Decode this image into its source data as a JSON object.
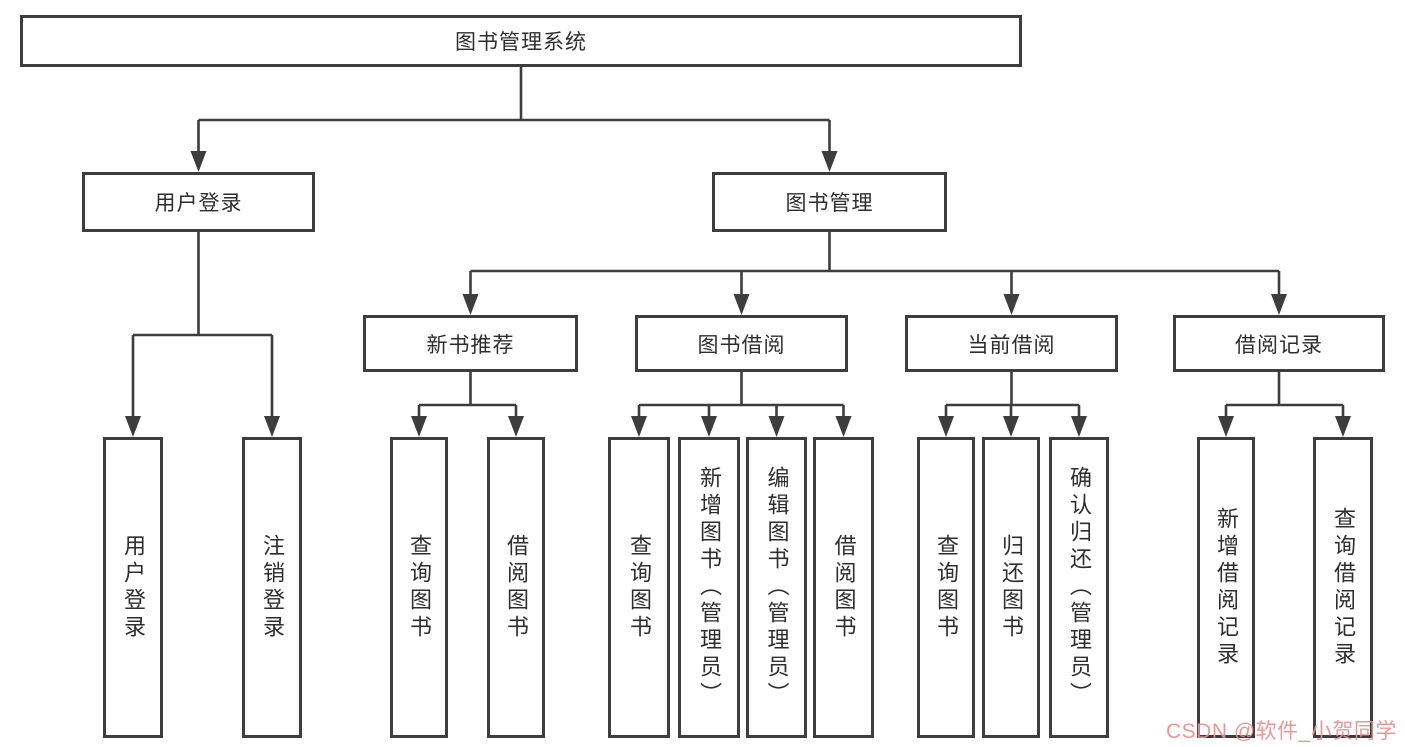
{
  "root": {
    "label": "图书管理系统"
  },
  "branches": {
    "user_login": {
      "label": "用户登录",
      "children": [
        {
          "label": "用户登录"
        },
        {
          "label": "注销登录"
        }
      ]
    },
    "book_mgmt": {
      "label": "图书管理",
      "sections": [
        {
          "label": "新书推荐",
          "children": [
            {
              "label": "查询图书"
            },
            {
              "label": "借阅图书"
            }
          ]
        },
        {
          "label": "图书借阅",
          "children": [
            {
              "label": "查询图书"
            },
            {
              "label": "新增图书（管理员）"
            },
            {
              "label": "编辑图书（管理员）"
            },
            {
              "label": "借阅图书"
            }
          ]
        },
        {
          "label": "当前借阅",
          "children": [
            {
              "label": "查询图书"
            },
            {
              "label": "归还图书"
            },
            {
              "label": "确认归还（管理员）"
            }
          ]
        },
        {
          "label": "借阅记录",
          "children": [
            {
              "label": "新增借阅记录"
            },
            {
              "label": "查询借阅记录"
            }
          ]
        }
      ]
    }
  },
  "watermark": {
    "text": "CSDN @软件_小贺同学"
  },
  "colors": {
    "line": "#3d3d3d",
    "watermark": "#e89090"
  }
}
